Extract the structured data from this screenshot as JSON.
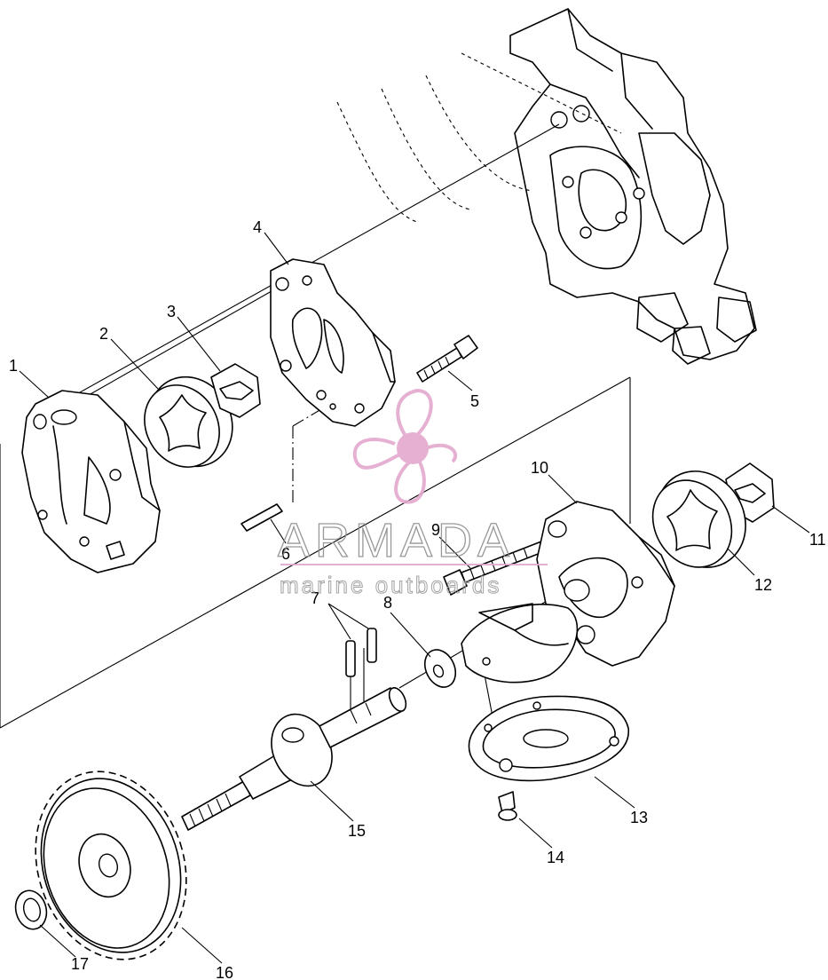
{
  "callouts": [
    "1",
    "2",
    "3",
    "4",
    "5",
    "6",
    "7",
    "8",
    "9",
    "10",
    "11",
    "12",
    "13",
    "14",
    "15",
    "16",
    "17"
  ],
  "watermark": {
    "brand": "ARMADA",
    "tagline": "marine outboards",
    "logo_icon": "propeller-icon",
    "logo_color": "#e3a8cd",
    "text_color": "#8d8d8d"
  }
}
